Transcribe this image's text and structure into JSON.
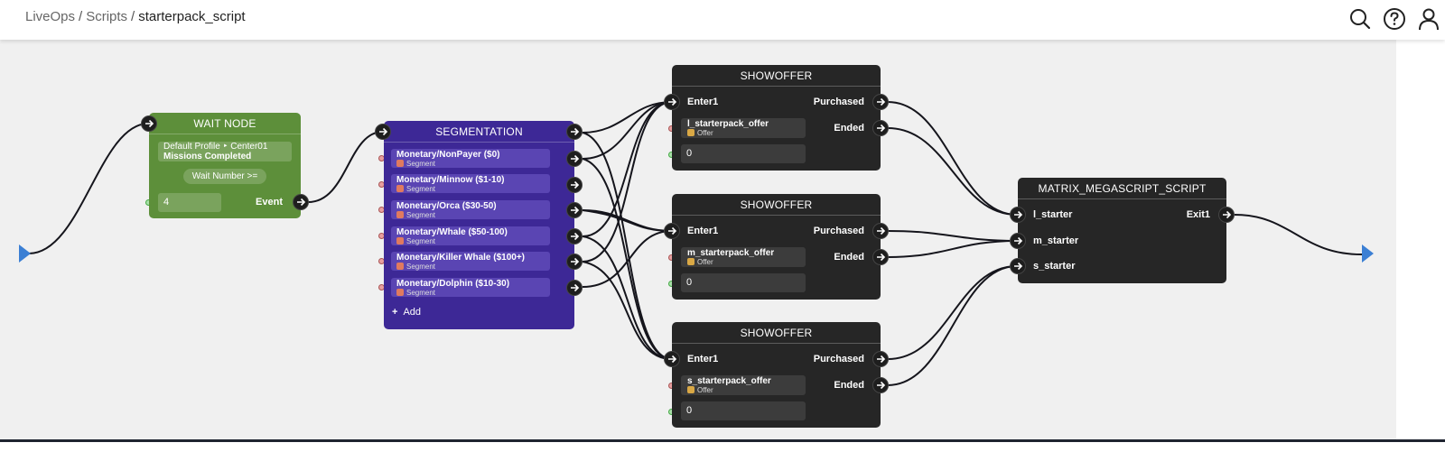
{
  "breadcrumb": {
    "items": [
      "LiveOps",
      "Scripts"
    ],
    "separator": "/",
    "current": "starterpack_script"
  },
  "header_icons": [
    "search-icon",
    "help-icon",
    "user-icon"
  ],
  "colors": {
    "wait_node": "#5d8f3a",
    "segmentation_node": "#3d2896",
    "dark_node": "#262626",
    "flow_endpoint": "#3b7fd4"
  },
  "wait_node": {
    "title": "WAIT NODE",
    "condition_line1": "Default Profile ‣ Center01",
    "condition_line2": "Missions Completed",
    "wait_label": "Wait Number >=",
    "wait_value": "4",
    "output_label": "Event"
  },
  "segmentation": {
    "title": "SEGMENTATION",
    "segments": [
      {
        "name": "Monetary/NonPayer ($0)",
        "type": "Segment"
      },
      {
        "name": "Monetary/Minnow ($1-10)",
        "type": "Segment"
      },
      {
        "name": "Monetary/Orca ($30-50)",
        "type": "Segment"
      },
      {
        "name": "Monetary/Whale ($50-100)",
        "type": "Segment"
      },
      {
        "name": "Monetary/Killer Whale ($100+)",
        "type": "Segment"
      },
      {
        "name": "Monetary/Dolphin ($10-30)",
        "type": "Segment"
      }
    ],
    "add_label": "Add"
  },
  "show_offers": [
    {
      "title": "SHOWOFFER",
      "input": "Enter1",
      "outputs": [
        "Purchased",
        "Ended"
      ],
      "offer_name": "l_starterpack_offer",
      "offer_type": "Offer",
      "value": "0"
    },
    {
      "title": "SHOWOFFER",
      "input": "Enter1",
      "outputs": [
        "Purchased",
        "Ended"
      ],
      "offer_name": "m_starterpack_offer",
      "offer_type": "Offer",
      "value": "0"
    },
    {
      "title": "SHOWOFFER",
      "input": "Enter1",
      "outputs": [
        "Purchased",
        "Ended"
      ],
      "offer_name": "s_starterpack_offer",
      "offer_type": "Offer",
      "value": "0"
    }
  ],
  "matrix": {
    "title": "MATRIX_MEGASCRIPT_SCRIPT",
    "inputs": [
      "l_starter",
      "m_starter",
      "s_starter"
    ],
    "output": "Exit1"
  }
}
